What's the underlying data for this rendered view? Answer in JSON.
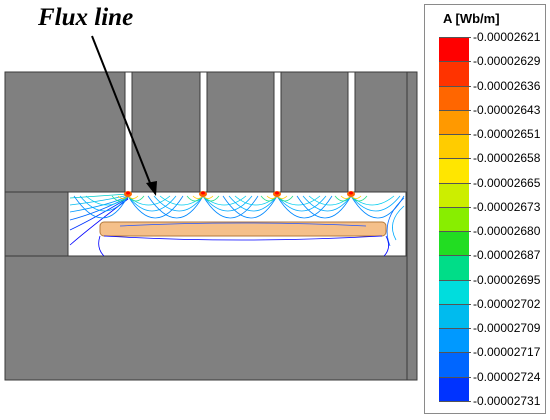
{
  "annotation": {
    "text": "Flux line"
  },
  "legend": {
    "title": "A [Wb/m]",
    "labels": [
      "-0.00002621",
      "-0.00002629",
      "-0.00002636",
      "-0.00002643",
      "-0.00002651",
      "-0.00002658",
      "-0.00002665",
      "-0.00002673",
      "-0.00002680",
      "-0.00002687",
      "-0.00002695",
      "-0.00002702",
      "-0.00002709",
      "-0.00002717",
      "-0.00002724",
      "-0.00002731"
    ],
    "colors": [
      "#ff0000",
      "#ff3300",
      "#ff6600",
      "#ff9900",
      "#ffcc00",
      "#ffe600",
      "#ccee00",
      "#88ee00",
      "#22dd22",
      "#00dd88",
      "#00dddd",
      "#00bbee",
      "#0099ff",
      "#0066ff",
      "#0033ff",
      "#0000ff"
    ]
  },
  "colors": {
    "iron": "#808080",
    "ironEdge": "#3a3a3a",
    "magnet": "#f5c08a",
    "magnetEdge": "#b47a3c",
    "gap": "#ffffff"
  }
}
